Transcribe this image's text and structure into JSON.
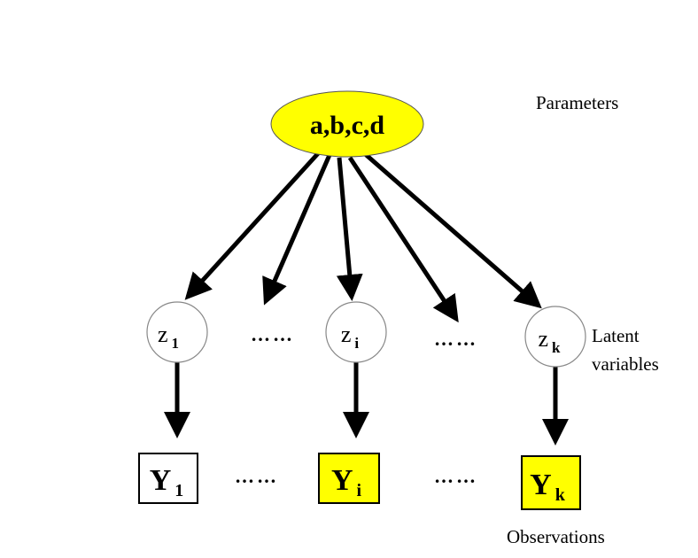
{
  "labels": {
    "parameters": "Parameters",
    "latent_line1": "Latent",
    "latent_line2": "variables",
    "observations": "Observations"
  },
  "parameter_node": {
    "text": "a,b,c,d",
    "fill": "#ffff00"
  },
  "latent_nodes": [
    {
      "main": "z",
      "sub": "1"
    },
    {
      "main": "z",
      "sub": "i"
    },
    {
      "main": "z",
      "sub": "k"
    }
  ],
  "observation_nodes": [
    {
      "main": "Y",
      "sub": "1",
      "fill": "#ffffff"
    },
    {
      "main": "Y",
      "sub": "i",
      "fill": "#ffff00"
    },
    {
      "main": "Y",
      "sub": "k",
      "fill": "#ffff00"
    }
  ],
  "ellipsis": "……"
}
